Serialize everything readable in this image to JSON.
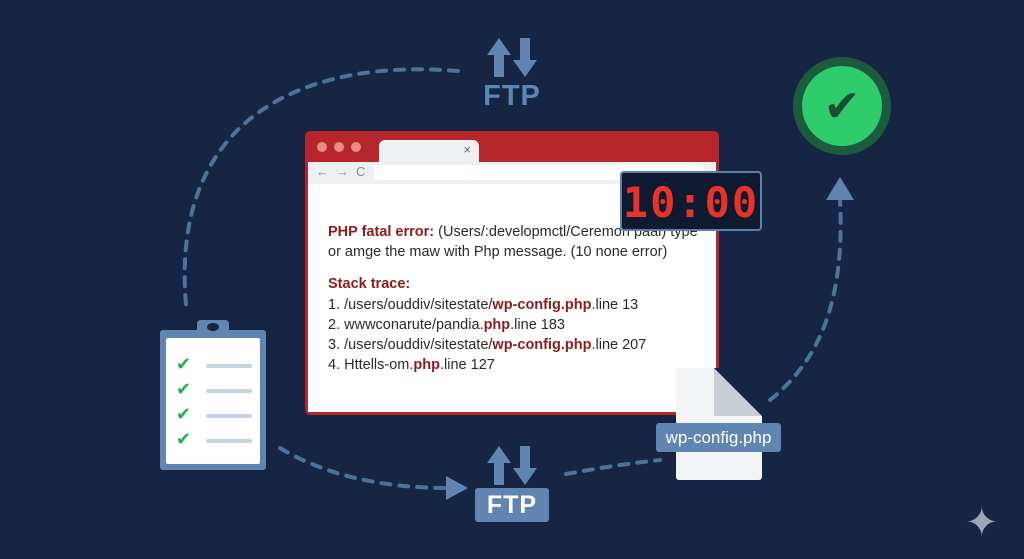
{
  "ftp": {
    "top_label": "FTP",
    "bottom_label": "FTP"
  },
  "browser": {
    "tab_close": "×",
    "nav_back": "←",
    "nav_forward": "→",
    "nav_reload": "C",
    "error_line1_title": "PHP fatal error:",
    "error_line1_rest": "(Users/:developmctl/Ceremon paal) type",
    "error_line2": "or amge the maw with Php message. (10 none error)",
    "stack_title": "Stack trace:",
    "stack": [
      {
        "pre": "1. /users/ouddiv/sitestate/",
        "bold": "wp-config.php",
        "post": ".line 13"
      },
      {
        "pre": "2. wwwconarute/pandia.",
        "bold": "php",
        "post": ".line 183"
      },
      {
        "pre": "3. /users/ouddiv/sitestate/",
        "bold": "wp-config.php",
        "post": ".line 207"
      },
      {
        "pre": "4. Httells-om.",
        "bold": "php",
        "post": ".line 127"
      }
    ]
  },
  "timer": {
    "text": "10:00"
  },
  "file": {
    "label": "wp-config.php",
    "icon": "file-icon"
  },
  "icons": {
    "check": "✔",
    "sparkle": "✦"
  },
  "colors": {
    "background": "#162543",
    "accent_blue": "#5f85b0",
    "browser_red": "#b6262a",
    "success_green": "#2fcc6b",
    "timer_red": "#e8332b"
  }
}
